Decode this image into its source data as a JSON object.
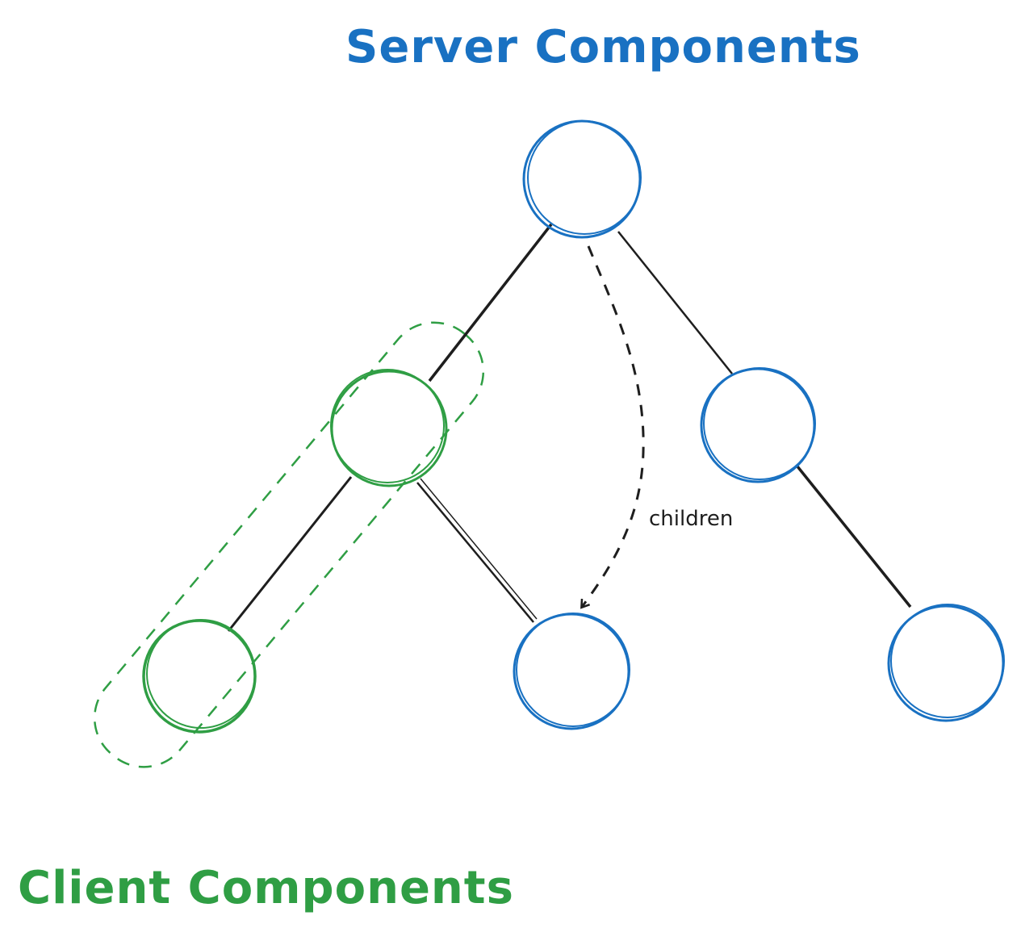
{
  "titles": {
    "server": "Server Components",
    "client": "Client Components"
  },
  "edge_label": "children",
  "colors": {
    "server": "#1971c2",
    "client": "#2f9e44",
    "edge": "#1e1e1e"
  }
}
